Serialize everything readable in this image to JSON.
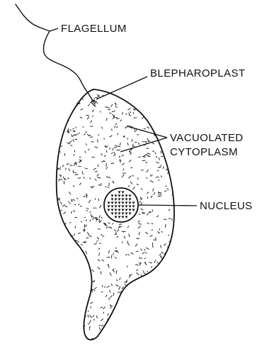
{
  "diagram": {
    "labels": {
      "flagellum": "FLAGELLUM",
      "blepharoplast": "BLEPHAROPLAST",
      "vacuolated_line1": "VACUOLATED",
      "vacuolated_line2": "CYTOPLASM",
      "nucleus": "NUCLEUS"
    },
    "colors": {
      "ink": "#111111",
      "background": "#ffffff"
    }
  }
}
